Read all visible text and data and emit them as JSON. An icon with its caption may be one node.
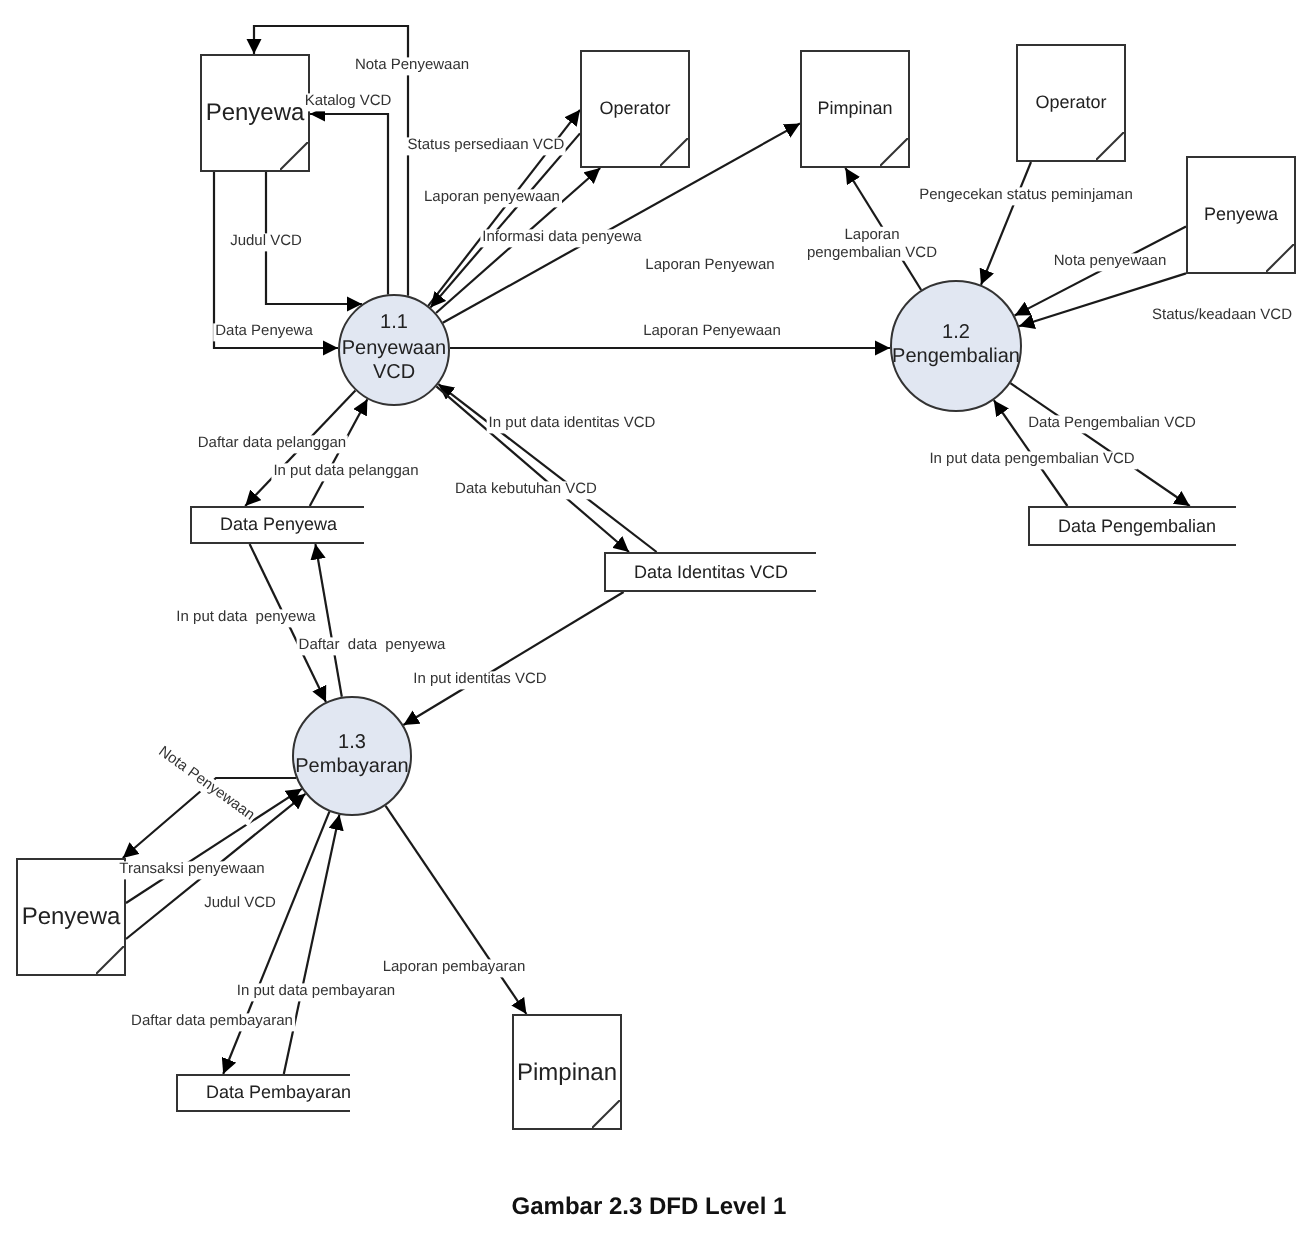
{
  "diagram": {
    "caption": "Gambar 2.3 DFD Level 1",
    "nodes": [
      {
        "text": [
          "Penyewa"
        ]
      },
      {
        "text": [
          "Operator"
        ]
      },
      {
        "text": [
          "Pimpinan"
        ]
      },
      {
        "text": [
          "Operator"
        ]
      },
      {
        "text": [
          "Penyewa"
        ]
      },
      {
        "text": [
          "1.1",
          "Penyewaan VCD"
        ]
      },
      {
        "text": [
          "1.2",
          "Pengembalian"
        ]
      },
      {
        "text": [
          "Data Penyewa"
        ]
      },
      {
        "text": [
          "Data Identitas VCD"
        ]
      },
      {
        "text": [
          "Data Pengembalian"
        ]
      },
      {
        "text": [
          "1.3",
          "Pembayaran"
        ]
      },
      {
        "text": [
          "Penyewa"
        ]
      },
      {
        "text": [
          "Data Pembayaran"
        ]
      },
      {
        "text": [
          "Pimpinan"
        ]
      }
    ],
    "edges": [
      {
        "from": 5,
        "to": 0,
        "arrow": "to",
        "label": "Nota Penyewaan"
      },
      {
        "from": 5,
        "to": 0,
        "arrow": "to",
        "label": "Katalog VCD"
      },
      {
        "from": 0,
        "to": 5,
        "arrow": "to",
        "label": "Judul VCD"
      },
      {
        "from": 0,
        "to": 5,
        "arrow": "to",
        "label": "Data Penyewa"
      },
      {
        "from": 5,
        "to": 1,
        "arrow": "to",
        "label": "Status persediaan VCD"
      },
      {
        "from": 1,
        "to": 5,
        "arrow": "to",
        "label": "Laporan penyewaan"
      },
      {
        "from": 5,
        "to": 1,
        "arrow": "to",
        "label": "Informasi data penyewa"
      },
      {
        "from": 5,
        "to": 2,
        "arrow": "to",
        "label": "Laporan Penyewan"
      },
      {
        "from": 5,
        "to": 6,
        "arrow": "to",
        "label": "Laporan Penyewaan"
      },
      {
        "from": 6,
        "to": 2,
        "arrow": "to",
        "label": "Laporan pengembalian VCD"
      },
      {
        "from": 3,
        "to": 6,
        "arrow": "to",
        "label": "Pengecekan status peminjaman"
      },
      {
        "from": 4,
        "to": 6,
        "arrow": "to",
        "label": "Nota penyewaan"
      },
      {
        "from": 4,
        "to": 6,
        "arrow": "to",
        "label": "Status/keadaan VCD"
      },
      {
        "from": 6,
        "to": 9,
        "arrow": "to",
        "label": "Data Pengembalian VCD"
      },
      {
        "from": 9,
        "to": 6,
        "arrow": "to",
        "label": "In put data pengembalian VCD"
      },
      {
        "from": 5,
        "to": 7,
        "arrow": "to",
        "label": "Daftar data pelanggan"
      },
      {
        "from": 7,
        "to": 5,
        "arrow": "to",
        "label": "In put data pelanggan"
      },
      {
        "from": 8,
        "to": 5,
        "arrow": "to",
        "label": "In put data identitas VCD"
      },
      {
        "from": 5,
        "to": 8,
        "arrow": "to",
        "label": "Data kebutuhan VCD"
      },
      {
        "from": 7,
        "to": 10,
        "arrow": "to",
        "label": "In put data  penyewa"
      },
      {
        "from": 10,
        "to": 7,
        "arrow": "to",
        "label": "Daftar  data  penyewa"
      },
      {
        "from": 8,
        "to": 10,
        "arrow": "to",
        "label": "In put identitas VCD"
      },
      {
        "from": 10,
        "to": 11,
        "arrow": "to",
        "label": "Nota Penyewaan"
      },
      {
        "from": 11,
        "to": 10,
        "arrow": "to",
        "label": "Transaksi penyewaan"
      },
      {
        "from": 11,
        "to": 10,
        "arrow": "to",
        "label": "Judul VCD"
      },
      {
        "from": 10,
        "to": 12,
        "arrow": "to",
        "label": "Daftar data pembayaran"
      },
      {
        "from": 12,
        "to": 10,
        "arrow": "to",
        "label": "In put data pembayaran"
      },
      {
        "from": 10,
        "to": 13,
        "arrow": "to",
        "label": "Laporan pembayaran"
      }
    ]
  }
}
